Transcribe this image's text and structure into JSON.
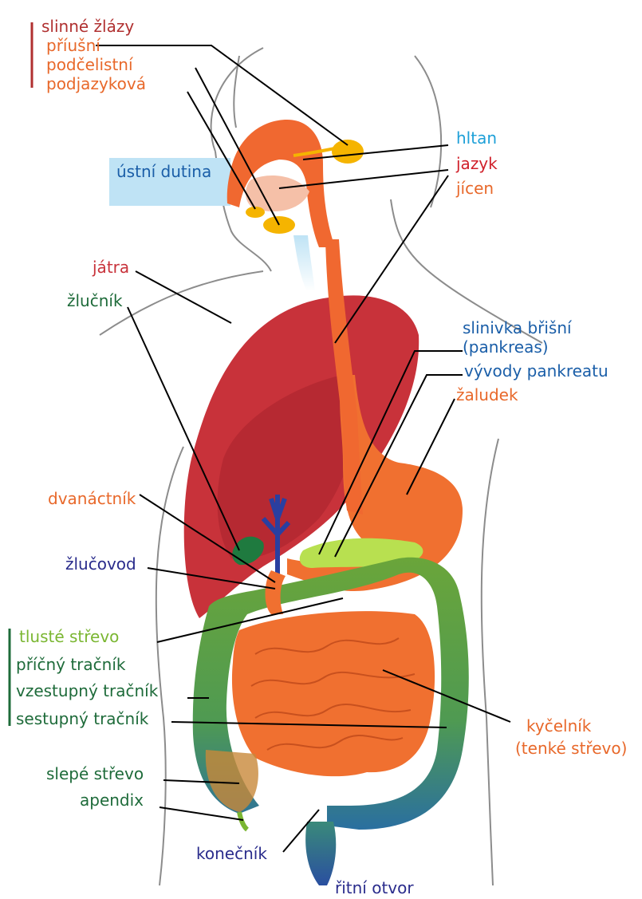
{
  "colors": {
    "salivary": "#b03030",
    "orange": "#e8682a",
    "blue_light": "#1ea0d8",
    "red": "#d0202a",
    "blue_dark": "#1a5ea8",
    "green_dark": "#1e6b3a",
    "green_light": "#7ab631",
    "navy": "#2a2c8c"
  },
  "labels": {
    "slinne_zlazy": "slinné žlázy",
    "priusni": "příušní",
    "podcelistni": "podčelistní",
    "podjazykova": "podjazyková",
    "hltan": "hltan",
    "ustni_dutina": "ústní dutina",
    "jazyk": "jazyk",
    "jicen": "jícen",
    "slinivka": "slinivka břišní",
    "pankreas": "(pankreas)",
    "vyvody": "vývody pankreatu",
    "zaludek": "žaludek",
    "jatra": "játra",
    "zlucnik": "žlučník",
    "dvanactnik": "dvanáctník",
    "zlucovod": "žlučovod",
    "tluste_strevo": "tlusté střevo",
    "pricny": "příčný tračník",
    "vzestupny": "vzestupný tračník",
    "sestupny": "sestupný tračník",
    "kycelnik": "kyčelník",
    "tenke_strevo": "(tenké střevo)",
    "slepe_strevo": "slepé střevo",
    "apendix": "apendix",
    "konecnik": "konečník",
    "ritni_otvor": "řitní otvor"
  }
}
